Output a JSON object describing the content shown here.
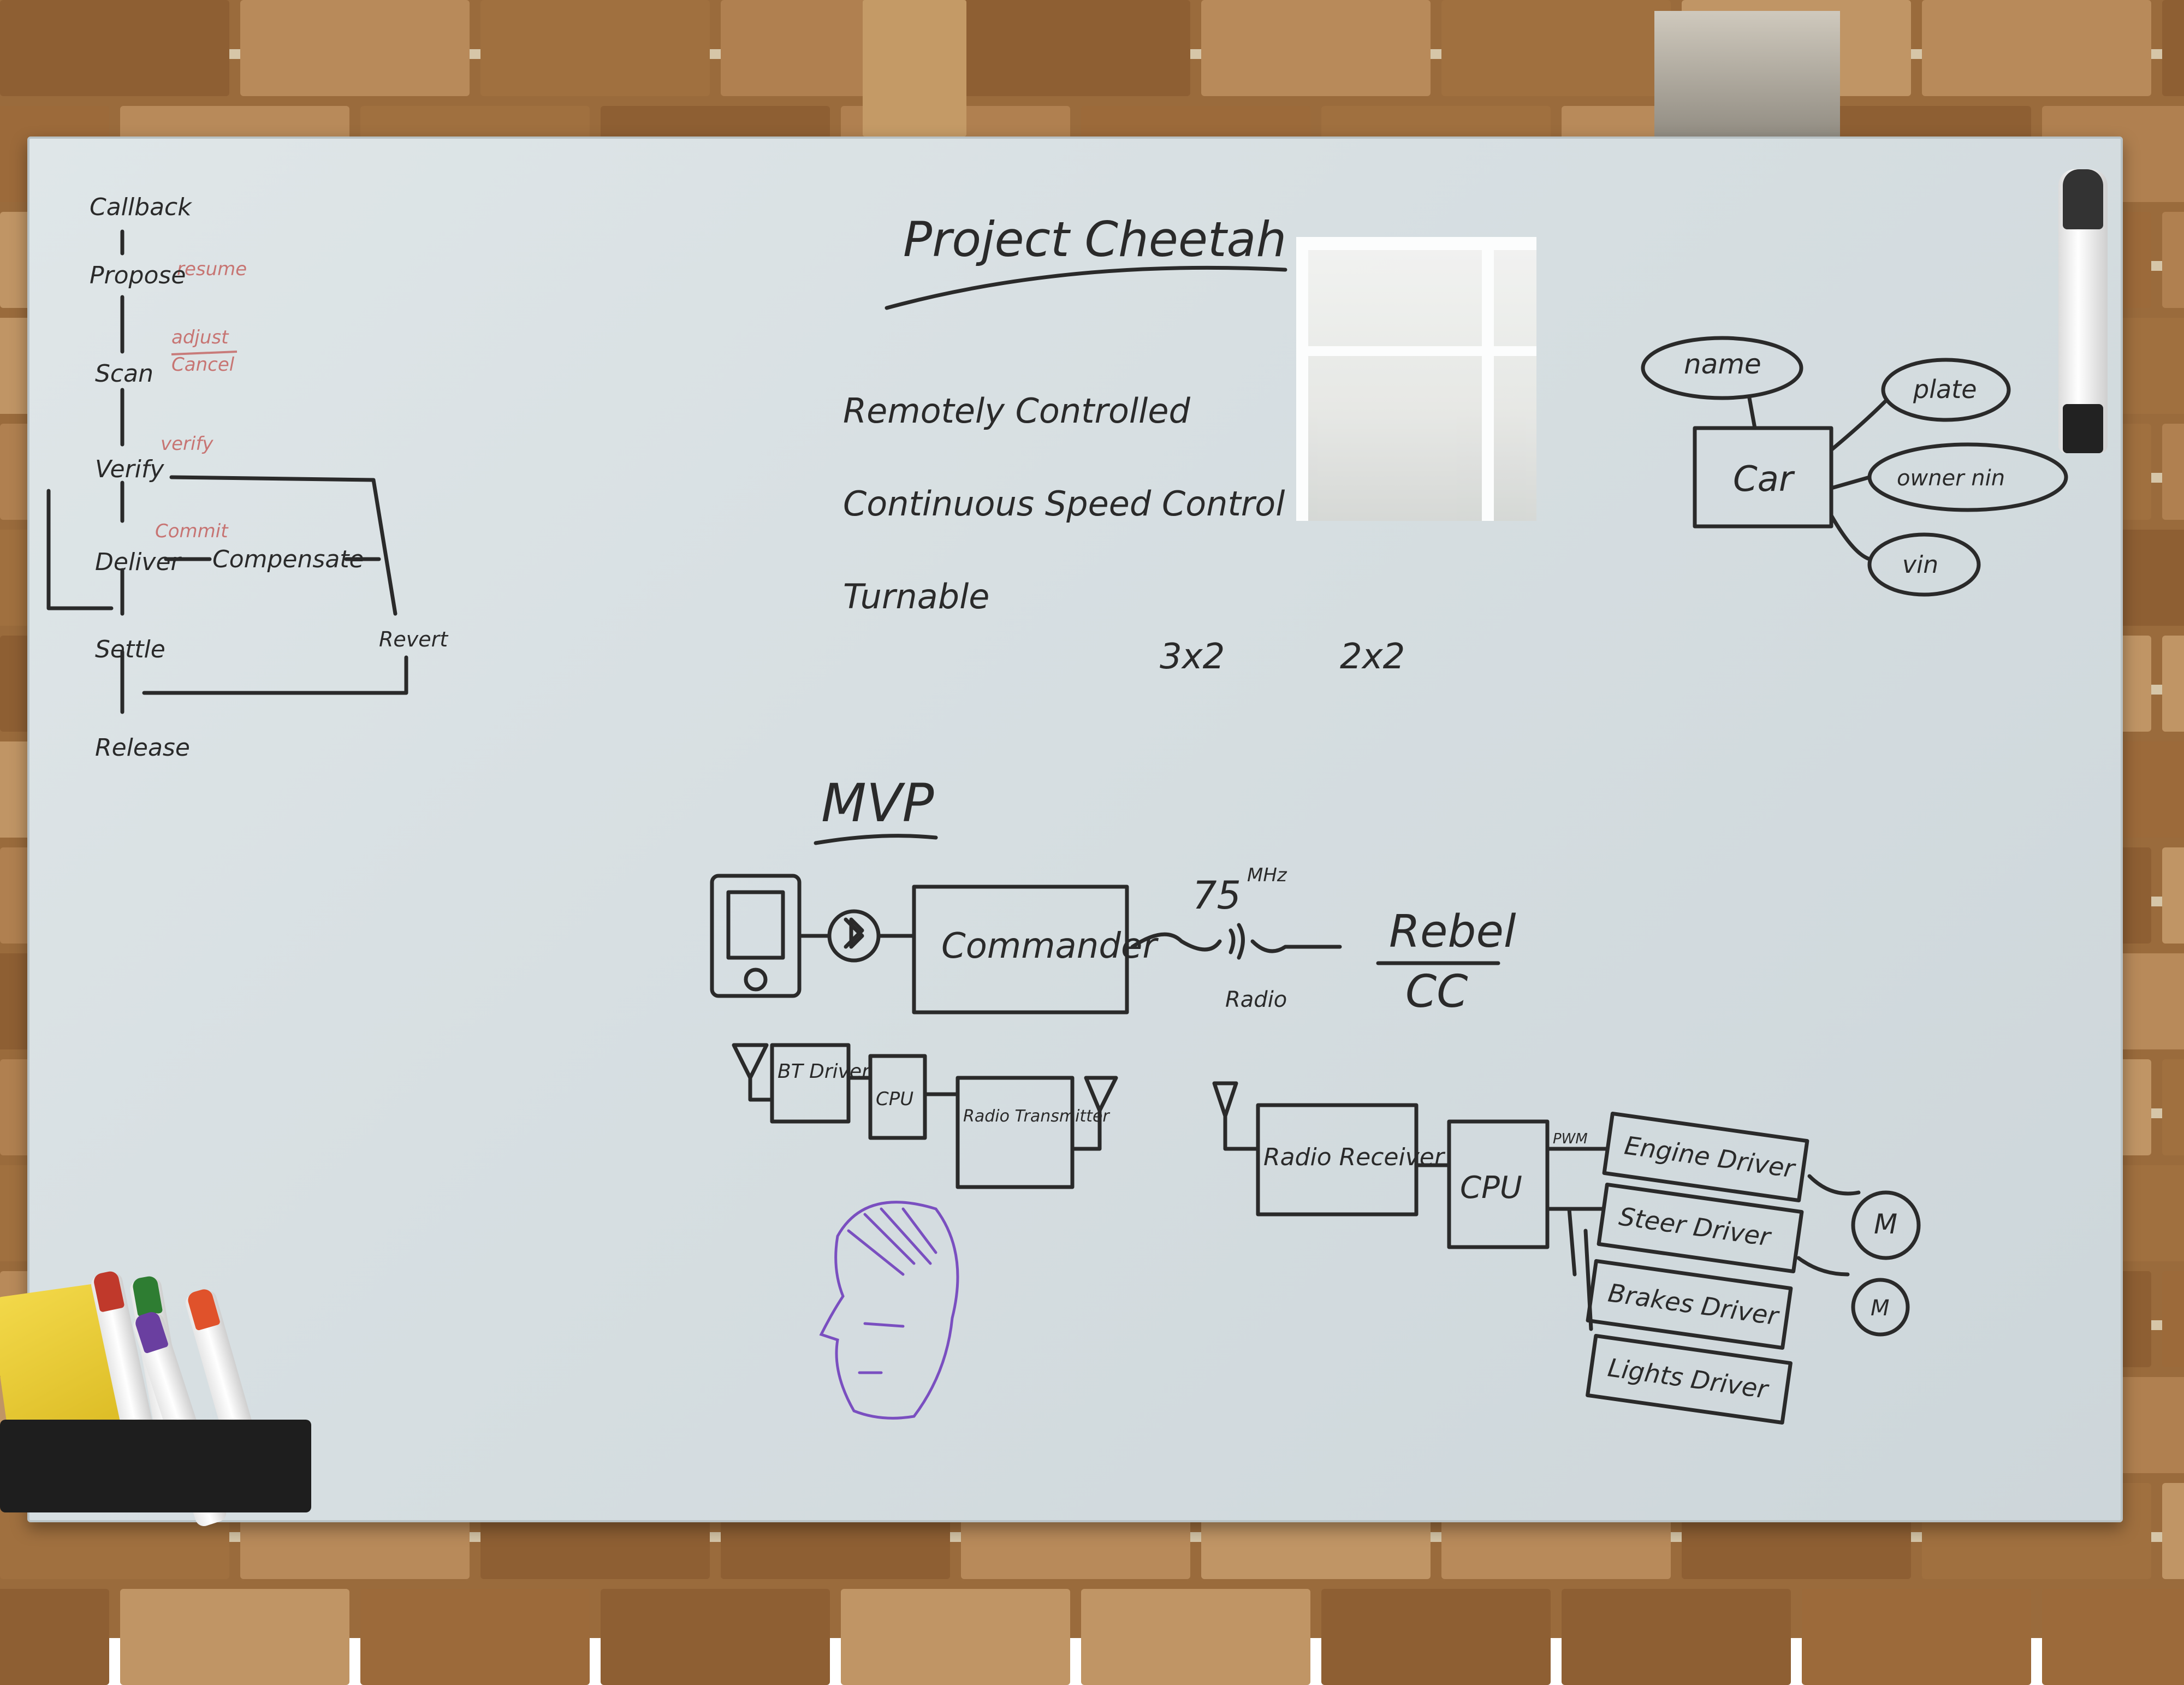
{
  "flow": {
    "steps": [
      "Callback",
      "Propose",
      "Scan",
      "Verify",
      "Deliver",
      "Settle",
      "Release"
    ],
    "compensate": "Compensate",
    "revert": "Revert",
    "notes": [
      "resume",
      "adjust",
      "Cancel",
      "verify",
      "Commit"
    ]
  },
  "project": {
    "title": "Project Cheetah",
    "bullets": [
      "Remotely Controlled",
      "Continuous Speed Control",
      "Turnable"
    ],
    "sizes": [
      "3x2",
      "2x2"
    ]
  },
  "er": {
    "entity": "Car",
    "attributes": [
      "name",
      "plate",
      "owner nin",
      "vin"
    ]
  },
  "mvp": {
    "title": "MVP",
    "frequency": "75",
    "frequency_unit": "MHz",
    "commander": "Commander",
    "radio": "Radio",
    "rebel": "Rebel",
    "cc": "CC",
    "commander_parts": [
      "BT Driver",
      "CPU",
      "Radio Transmitter"
    ],
    "receiver": "Radio Receiver",
    "cpu": "CPU",
    "pwm": "PWM",
    "drivers": [
      "Engine Driver",
      "Steer Driver",
      "Brakes Driver",
      "Lights Driver"
    ],
    "motor": "M"
  },
  "colors": {
    "ink": "#2a2a2a",
    "red_ink": "#c0504d",
    "purple_ink": "#7a4fc0",
    "board": "#d9e1e3",
    "brick": "#9a6b3c"
  }
}
